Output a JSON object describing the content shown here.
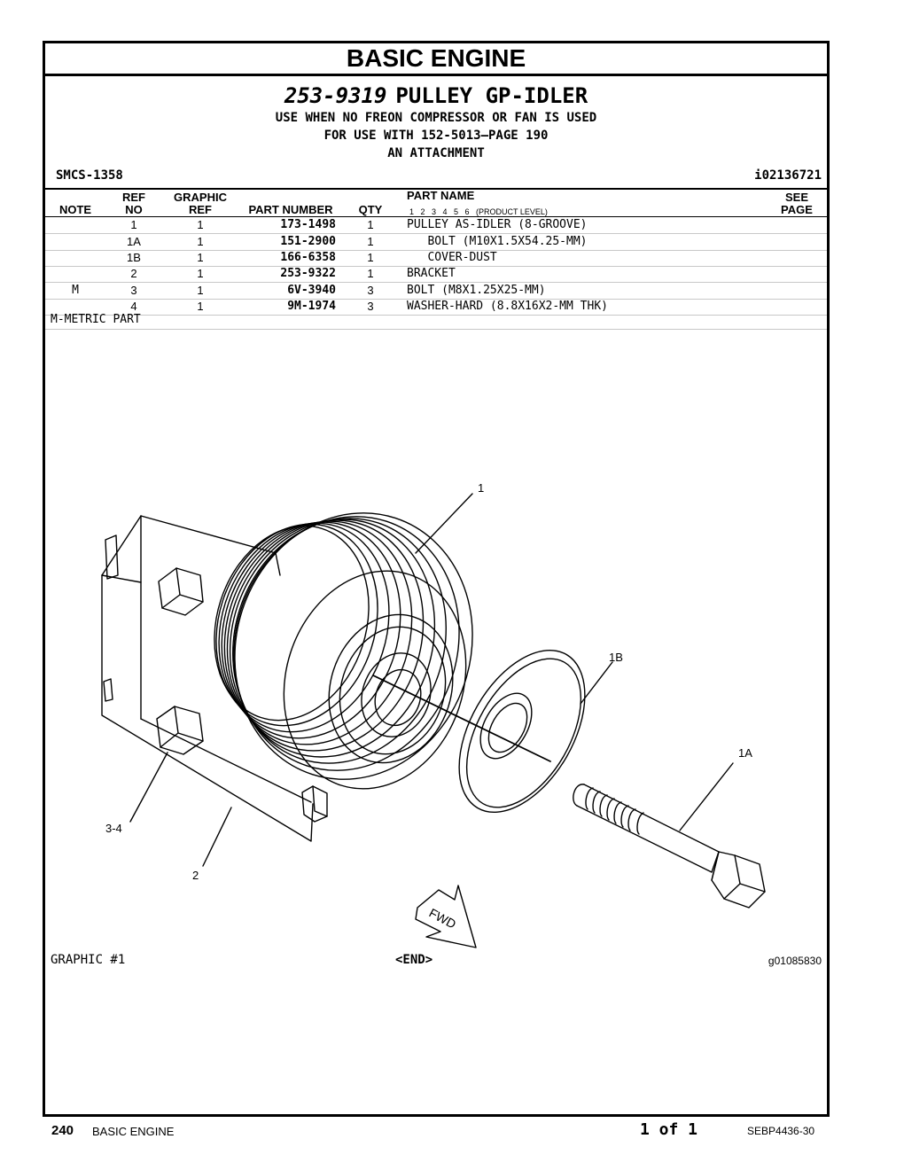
{
  "section_title": "BASIC  ENGINE",
  "group": {
    "number": "253-9319",
    "name": "PULLEY GP-IDLER",
    "notes": [
      "USE WHEN NO FREON COMPRESSOR OR FAN IS USED",
      "FOR USE WITH 152-5013—PAGE 190",
      "AN ATTACHMENT"
    ]
  },
  "smcs": "SMCS-1358",
  "doc_id": "i02136721",
  "table": {
    "headers": {
      "note": "NOTE",
      "ref_top": "REF",
      "ref_bottom": "NO",
      "graphic_top": "GRAPHIC",
      "graphic_bottom": "REF",
      "part_number": "PART NUMBER",
      "qty": "QTY",
      "part_name": "PART NAME",
      "levels": "1   2   3   4   5   6   (PRODUCT LEVEL)",
      "see_top": "SEE",
      "see_bottom": "PAGE"
    },
    "rows": [
      {
        "note": "",
        "ref": "1",
        "graphic": "1",
        "part_number": "173-1498",
        "qty": "1",
        "name": "PULLEY AS-IDLER (8-GROOVE)"
      },
      {
        "note": "",
        "ref": "1A",
        "graphic": "1",
        "part_number": "151-2900",
        "qty": "1",
        "name": "   BOLT (M10X1.5X54.25-MM)"
      },
      {
        "note": "",
        "ref": "1B",
        "graphic": "1",
        "part_number": "166-6358",
        "qty": "1",
        "name": "   COVER-DUST"
      },
      {
        "note": "",
        "ref": "2",
        "graphic": "1",
        "part_number": "253-9322",
        "qty": "1",
        "name": "BRACKET"
      },
      {
        "note": "M",
        "ref": "3",
        "graphic": "1",
        "part_number": "6V-3940",
        "qty": "3",
        "name": "BOLT (M8X1.25X25-MM)"
      },
      {
        "note": "",
        "ref": "4",
        "graphic": "1",
        "part_number": "9M-1974",
        "qty": "3",
        "name": "WASHER-HARD (8.8X16X2-MM THK)"
      }
    ],
    "footnote": "M-METRIC PART"
  },
  "illustration": {
    "callouts": {
      "c1": "1",
      "c1b": "1B",
      "c1a": "1A",
      "c34": "3-4",
      "c2": "2"
    },
    "fwd": "FWD"
  },
  "graphic_label": "GRAPHIC #1",
  "end_label": "<END>",
  "graphic_id": "g01085830",
  "footer": {
    "page": "240",
    "section": "BASIC ENGINE",
    "count": "1 of 1",
    "doc": "SEBP4436-30"
  }
}
